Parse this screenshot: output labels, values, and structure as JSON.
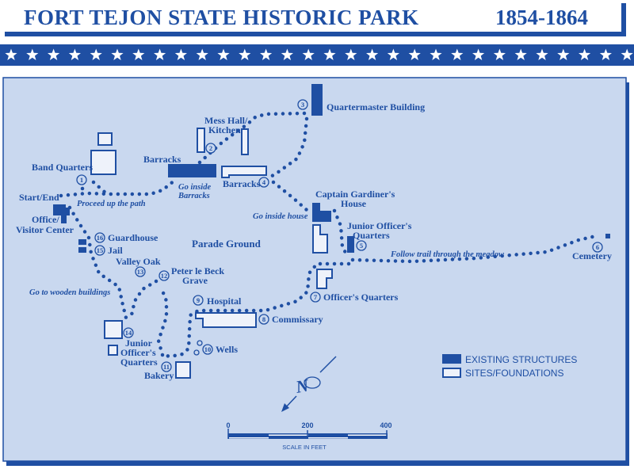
{
  "title": "FORT TEJON STATE HISTORIC PARK",
  "years": "1854-1864",
  "colors": {
    "ink": "#1f4fa3",
    "paper": "#c9d8ef"
  },
  "stops": [
    {
      "num": "1",
      "label": "Band Quarters"
    },
    {
      "num": "2",
      "label_lines": [
        "Mess Hall/",
        "Kitchen"
      ]
    },
    {
      "num": "3",
      "label": "Quartermaster Building"
    },
    {
      "num": "4",
      "label": "Barracks"
    },
    {
      "num": "5",
      "label_lines": [
        "Junior Officer's",
        "Quarters"
      ]
    },
    {
      "num": "6",
      "label": "Cemetery"
    },
    {
      "num": "7",
      "label": "Officer's Quarters"
    },
    {
      "num": "8",
      "label": "Commissary"
    },
    {
      "num": "9",
      "label": "Hospital"
    },
    {
      "num": "10",
      "label": "Wells"
    },
    {
      "num": "11",
      "label": "Bakery"
    },
    {
      "num": "12",
      "label_lines": [
        "Peter le Beck",
        "Grave"
      ]
    },
    {
      "num": "13",
      "label": "Valley Oak"
    },
    {
      "num": "14",
      "label_lines": [
        "Junior",
        "Officer's",
        "Quarters"
      ]
    },
    {
      "num": "15",
      "label": "Jail"
    },
    {
      "num": "16",
      "label": "Guardhouse"
    }
  ],
  "labels": {
    "barracks_main": "Barracks",
    "start_end": "Start/End",
    "office_lines": [
      "Office/",
      "Visitor Center"
    ],
    "parade_ground": "Parade Ground",
    "captain_lines": [
      "Captain Gardiner's",
      "House"
    ]
  },
  "directions": {
    "proceed": "Proceed up the path",
    "barracks_lines": [
      "Go inside",
      "Barracks"
    ],
    "house": "Go inside house",
    "meadow": "Follow trail through the meadow",
    "wooden": "Go to wooden buildings"
  },
  "legend": {
    "existing": "EXISTING STRUCTURES",
    "sites": "SITES/FOUNDATIONS"
  },
  "scale": {
    "ticks": [
      "0",
      "200",
      "400"
    ],
    "label": "SCALE IN FEET"
  },
  "compass": {
    "icon": "north-arrow-icon"
  }
}
